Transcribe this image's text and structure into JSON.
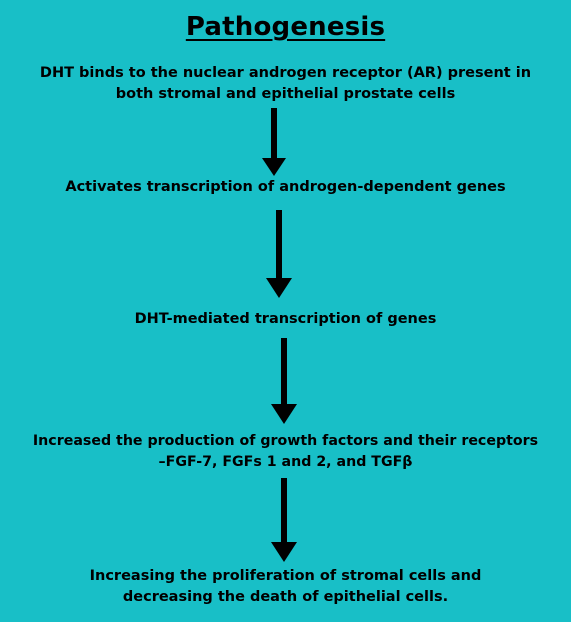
{
  "title": "Pathogenesis",
  "steps": [
    {
      "lines": [
        "DHT binds to the nuclear androgen receptor (AR) present in",
        "both stromal and epithelial prostate cells"
      ]
    },
    {
      "lines": [
        "Activates transcription of androgen-dependent genes"
      ]
    },
    {
      "lines": [
        "DHT-mediated transcription of genes"
      ]
    },
    {
      "lines": [
        "Increased the production of growth factors and their receptors",
        "–FGF-7, FGFs 1 and 2, and TGFβ"
      ]
    },
    {
      "lines": [
        "Increasing the proliferation of stromal cells and",
        "decreasing the death of epithelial cells."
      ]
    }
  ],
  "arrow_color": "#000000"
}
